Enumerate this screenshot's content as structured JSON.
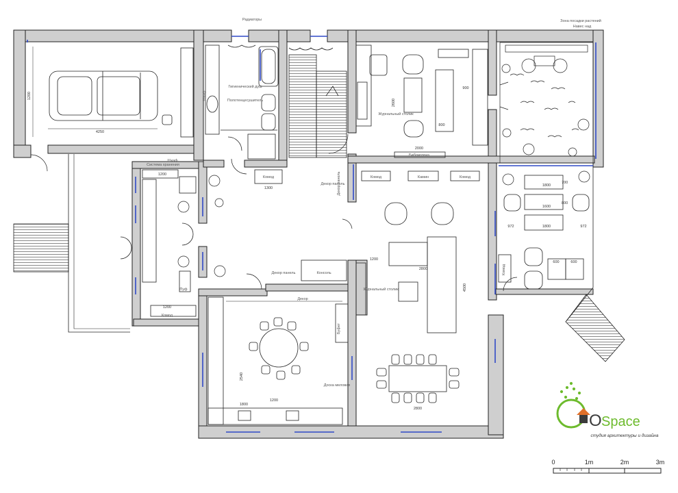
{
  "labels": {
    "radiators": "Радиаторы",
    "hygienic_shower": "Гигиенический душ",
    "heated_rail": "Полотенцесушитель",
    "towel": "Шкаф",
    "storage_system": "Система хранения",
    "dresser_1": "Комод",
    "dresser_2": "Комод",
    "dresser_3": "Комод",
    "dresser_4": "Комод",
    "dresser_5": "Комод",
    "fireplace": "Камин",
    "wall_tv_unit": "Журнальный столик",
    "coffee_table": "Журнальный столик",
    "library": "Библиотека",
    "decor_panel_1": "Декор панель",
    "decor_panel_2": "Декор панель",
    "decor_panel_3": "Декор панель",
    "console": "Консоль",
    "buffet": "Буфет",
    "board": "Доска меловая",
    "decor": "Декор",
    "pouf": "Пуф",
    "wardrobe": "Шкаф",
    "canopy": "Навес над",
    "note": "Зона посадки растений"
  },
  "dimensions": {
    "d4250": "4250",
    "d1200_a": "1200",
    "d2000": "2000",
    "d1300": "1300",
    "d1200_b": "1200",
    "d900": "900",
    "d2600": "2600",
    "d800_a": "800",
    "d2000_b": "2000",
    "d1800_a": "1800",
    "d1800_b": "1800",
    "d1600": "1600",
    "d700": "700",
    "d800_b": "800",
    "d972_a": "972",
    "d972_b": "972",
    "d600_a": "600",
    "d600_b": "600",
    "d1200_c": "1200",
    "d2800": "2800",
    "d1200_d": "1200",
    "d4500": "4500",
    "d2800_b": "2800",
    "d1800_c": "1800",
    "d1200_e": "1200",
    "d2540": "2540"
  },
  "scale": {
    "ticks": [
      "0",
      "1m",
      "2m",
      "3m"
    ]
  },
  "logo": {
    "brand_o": "O",
    "brand_rest": "Space",
    "subtitle": "студия архитектуры и дизайна"
  },
  "colors": {
    "wall": "#cfcfcf",
    "line": "#222222",
    "window": "#2f49c7",
    "logo_green": "#6dbb2d",
    "logo_dark": "#3b3b3b",
    "logo_orange": "#e0702a"
  }
}
